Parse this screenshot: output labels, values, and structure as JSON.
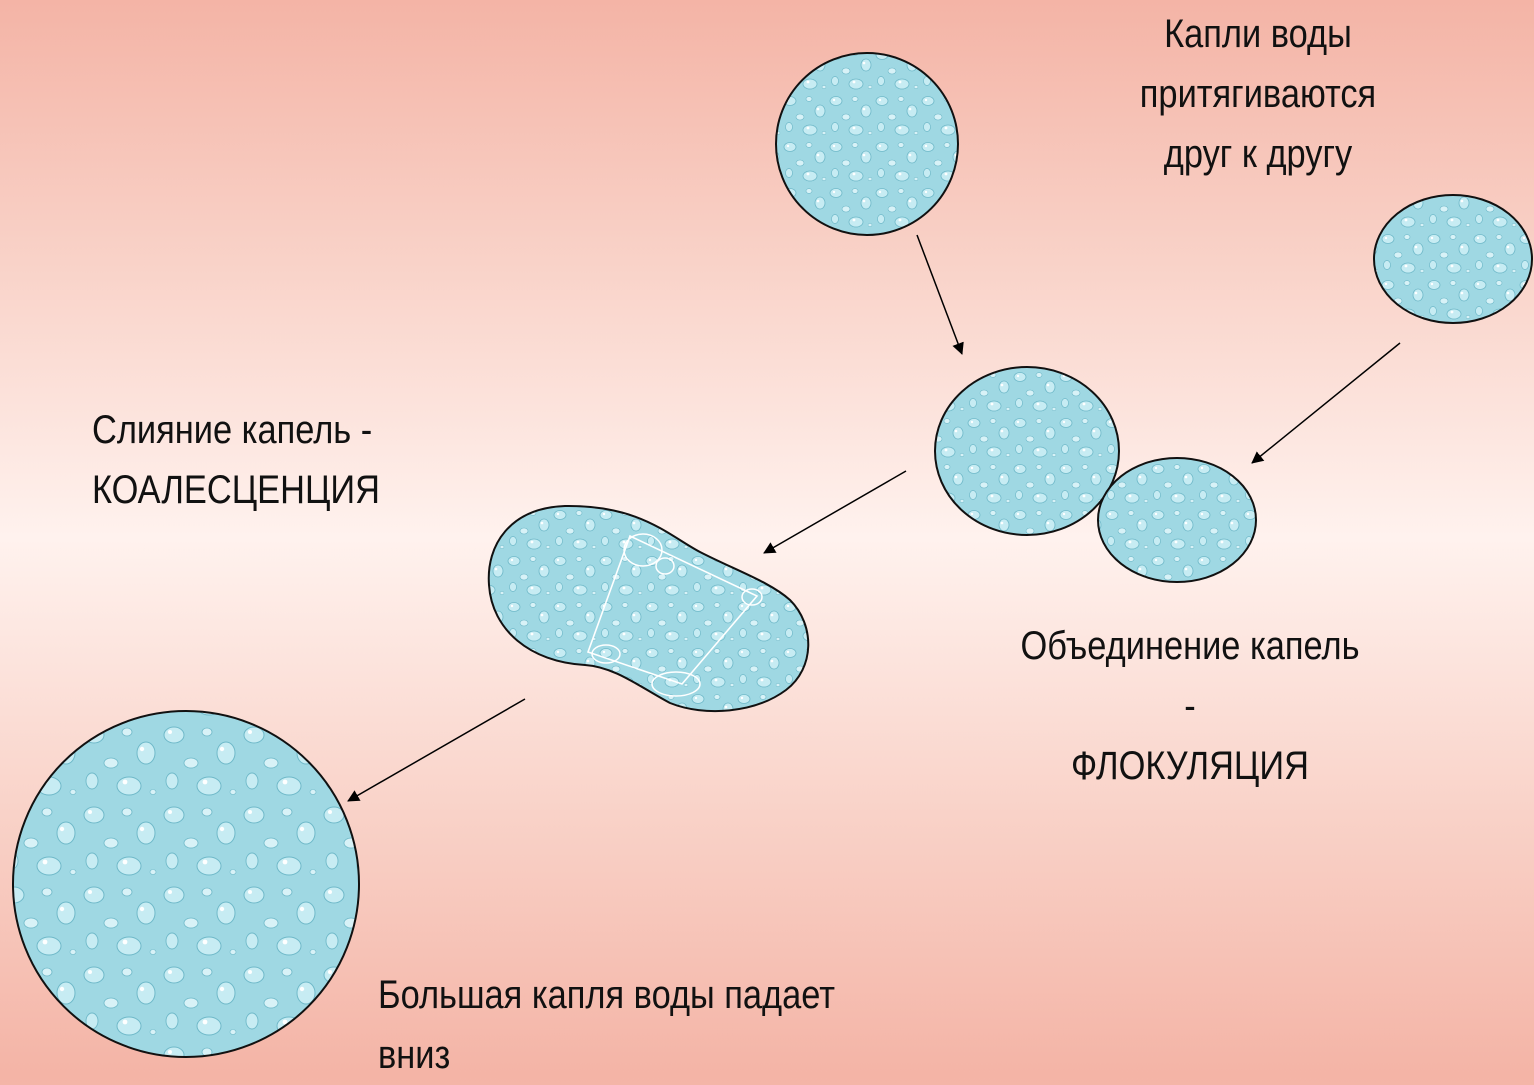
{
  "colors": {
    "drop_fill": "#9fd8e3",
    "drop_bubble": "#d8f2f7",
    "drop_outline": "#111111",
    "arrow": "#000000",
    "background_top": "#f4b4a6",
    "background_middle": "#fff2ee"
  },
  "labels": {
    "attract": {
      "line1": "Капли воды",
      "line2": "притягиваются",
      "line3": "друг к другу"
    },
    "flocculation": {
      "line1": "Объединение капель",
      "line2": "-",
      "line3": "ФЛОКУЛЯЦИЯ"
    },
    "coalescence": {
      "line1": "Слияние капель -",
      "line2": "КОАЛЕСЦЕНЦИЯ"
    },
    "big_drop": {
      "line1": "Большая капля воды падает",
      "line2": "вниз"
    }
  }
}
